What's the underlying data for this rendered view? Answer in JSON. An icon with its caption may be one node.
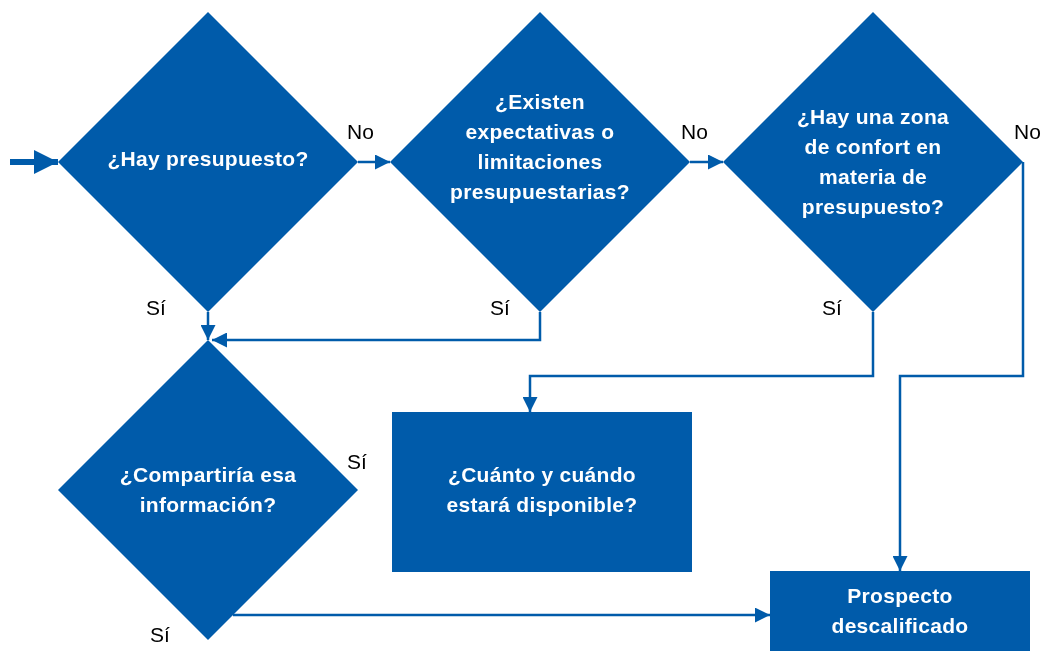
{
  "diagram": {
    "nodes": [
      {
        "text": [
          "¿Hay presupuesto?"
        ]
      },
      {
        "text": [
          "¿Existen expectativas o limitaciones presupuestarias?"
        ]
      },
      {
        "text": [
          "¿Hay una zona de confort en materia de presupuesto?"
        ]
      },
      {
        "text": [
          "¿Compartiría esa información?"
        ]
      },
      {
        "text": [
          "¿Cuánto y cuándo estará disponible?"
        ]
      },
      {
        "text": [
          "Prospecto descalificado"
        ]
      }
    ],
    "edges": [
      {
        "from": null,
        "to": 0,
        "arrow": "to",
        "style": "thick"
      },
      {
        "from": 0,
        "to": 1,
        "arrow": "to"
      },
      {
        "from": 1,
        "to": 2,
        "arrow": "to"
      },
      {
        "from": 0,
        "to": 3,
        "arrow": "to"
      },
      {
        "from": 1,
        "to": 3,
        "arrow": "to"
      },
      {
        "from": 2,
        "to": 4,
        "arrow": "to"
      },
      {
        "from": 2,
        "to": 5,
        "arrow": "to"
      },
      {
        "from": 3,
        "to": 5,
        "arrow": "to"
      }
    ],
    "labels": [
      "No",
      "No",
      "No",
      "Sí",
      "Sí",
      "Sí",
      "Sí",
      "Sí"
    ]
  }
}
